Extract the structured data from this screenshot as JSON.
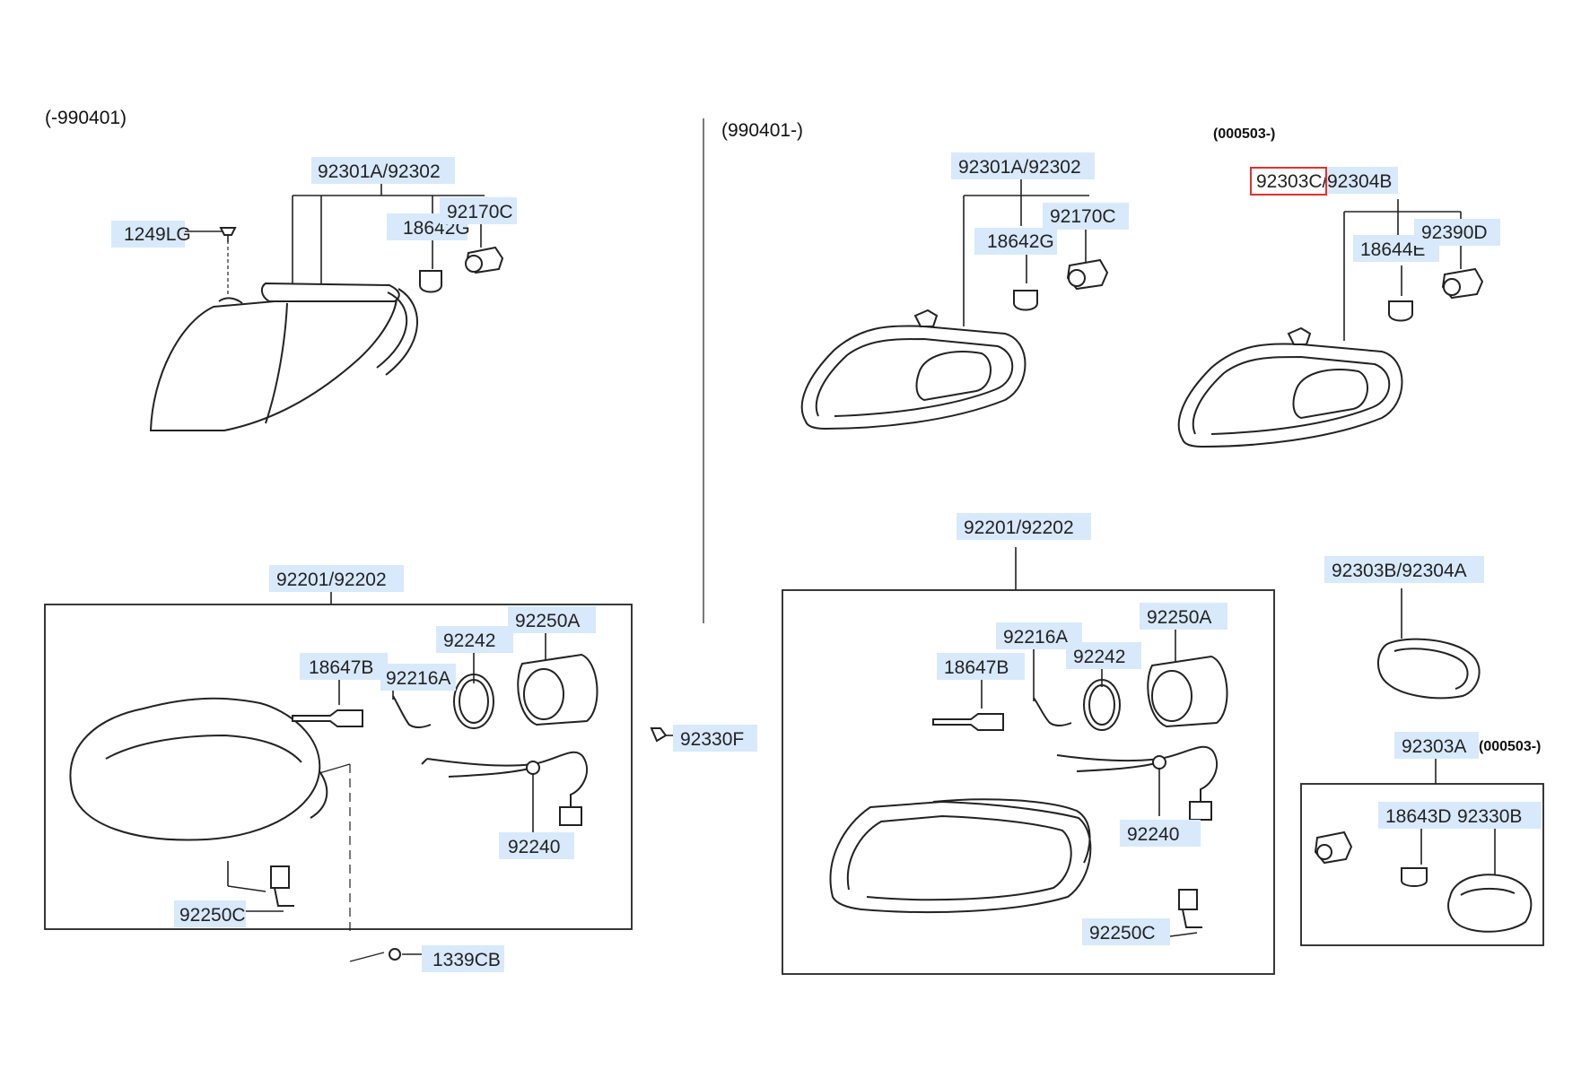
{
  "sections": {
    "left_range": "(-990401)",
    "right_range": "(990401-)",
    "right_sub_range": "(000503-)",
    "small_box_range": "(000503-)"
  },
  "parts": {
    "l_92301A_92302": "92301A/92302",
    "l_1249LG": "1249LG",
    "l_18642G": "18642G",
    "l_92170C": "92170C",
    "l_92201_92202": "92201/92202",
    "l_18647B": "18647B",
    "l_92216A": "92216A",
    "l_92242": "92242",
    "l_92250A": "92250A",
    "l_92240": "92240",
    "l_92250C": "92250C",
    "l_1339CB": "1339CB",
    "l_92330F": "92330F",
    "r_92301A_92302": "92301A/92302",
    "r_18642G": "18642G",
    "r_92170C": "92170C",
    "r_92303C": "92303C/",
    "r_92304B": "92304B",
    "r_18644E": "18644E",
    "r_92390D": "92390D",
    "r_92201_92202": "92201/92202",
    "r_92216A": "92216A",
    "r_18647B": "18647B",
    "r_92242": "92242",
    "r_92250A": "92250A",
    "r_92240": "92240",
    "r_92250C": "92250C",
    "r_92303B_92304A": "92303B/92304A",
    "r_92303A": "92303A",
    "r_18643D": "18643D",
    "r_92330B": "92330B"
  }
}
